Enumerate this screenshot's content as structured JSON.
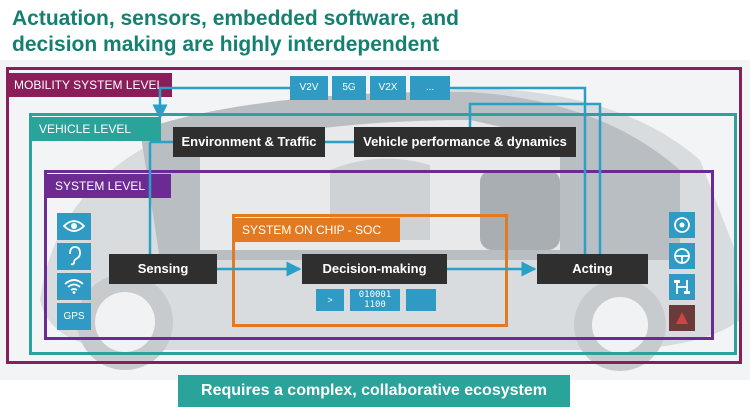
{
  "title": {
    "line1": "Actuation, sensors, embedded software, and",
    "line2": "decision making are highly interdependent"
  },
  "levels": {
    "mobility": "MOBILITY SYSTEM LEVEL",
    "vehicle": "VEHICLE LEVEL",
    "system": "SYSTEM LEVEL",
    "soc": "SYSTEM ON CHIP - SOC"
  },
  "connectivity": [
    "V2V",
    "5G",
    "V2X",
    "..."
  ],
  "vehicle_boxes": {
    "environment": "Environment & Traffic",
    "performance": "Vehicle performance & dynamics"
  },
  "pipeline": {
    "sensing": "Sensing",
    "decision": "Decision-making",
    "acting": "Acting"
  },
  "soc_chips": {
    "prompt": ">",
    "binary": "010001\n1100",
    "blank": ""
  },
  "sensor_icons": [
    {
      "icon": "eye-icon",
      "label": ""
    },
    {
      "icon": "ear-icon",
      "label": ""
    },
    {
      "icon": "wifi-icon",
      "label": ""
    },
    {
      "icon": "gps-icon",
      "label": "GPS"
    }
  ],
  "actuator_icons": [
    "brake-icon",
    "steering-wheel-icon",
    "drivetrain-icon",
    "power-icon"
  ],
  "footer": "Requires a complex, collaborative ecosystem",
  "colors": {
    "title": "#15806f",
    "mobility": "#8a1e5a",
    "vehicle": "#2aa39a",
    "system": "#6c2a93",
    "soc": "#e37a22",
    "tile": "#2f9bc4",
    "dark": "#2f2f2f"
  }
}
